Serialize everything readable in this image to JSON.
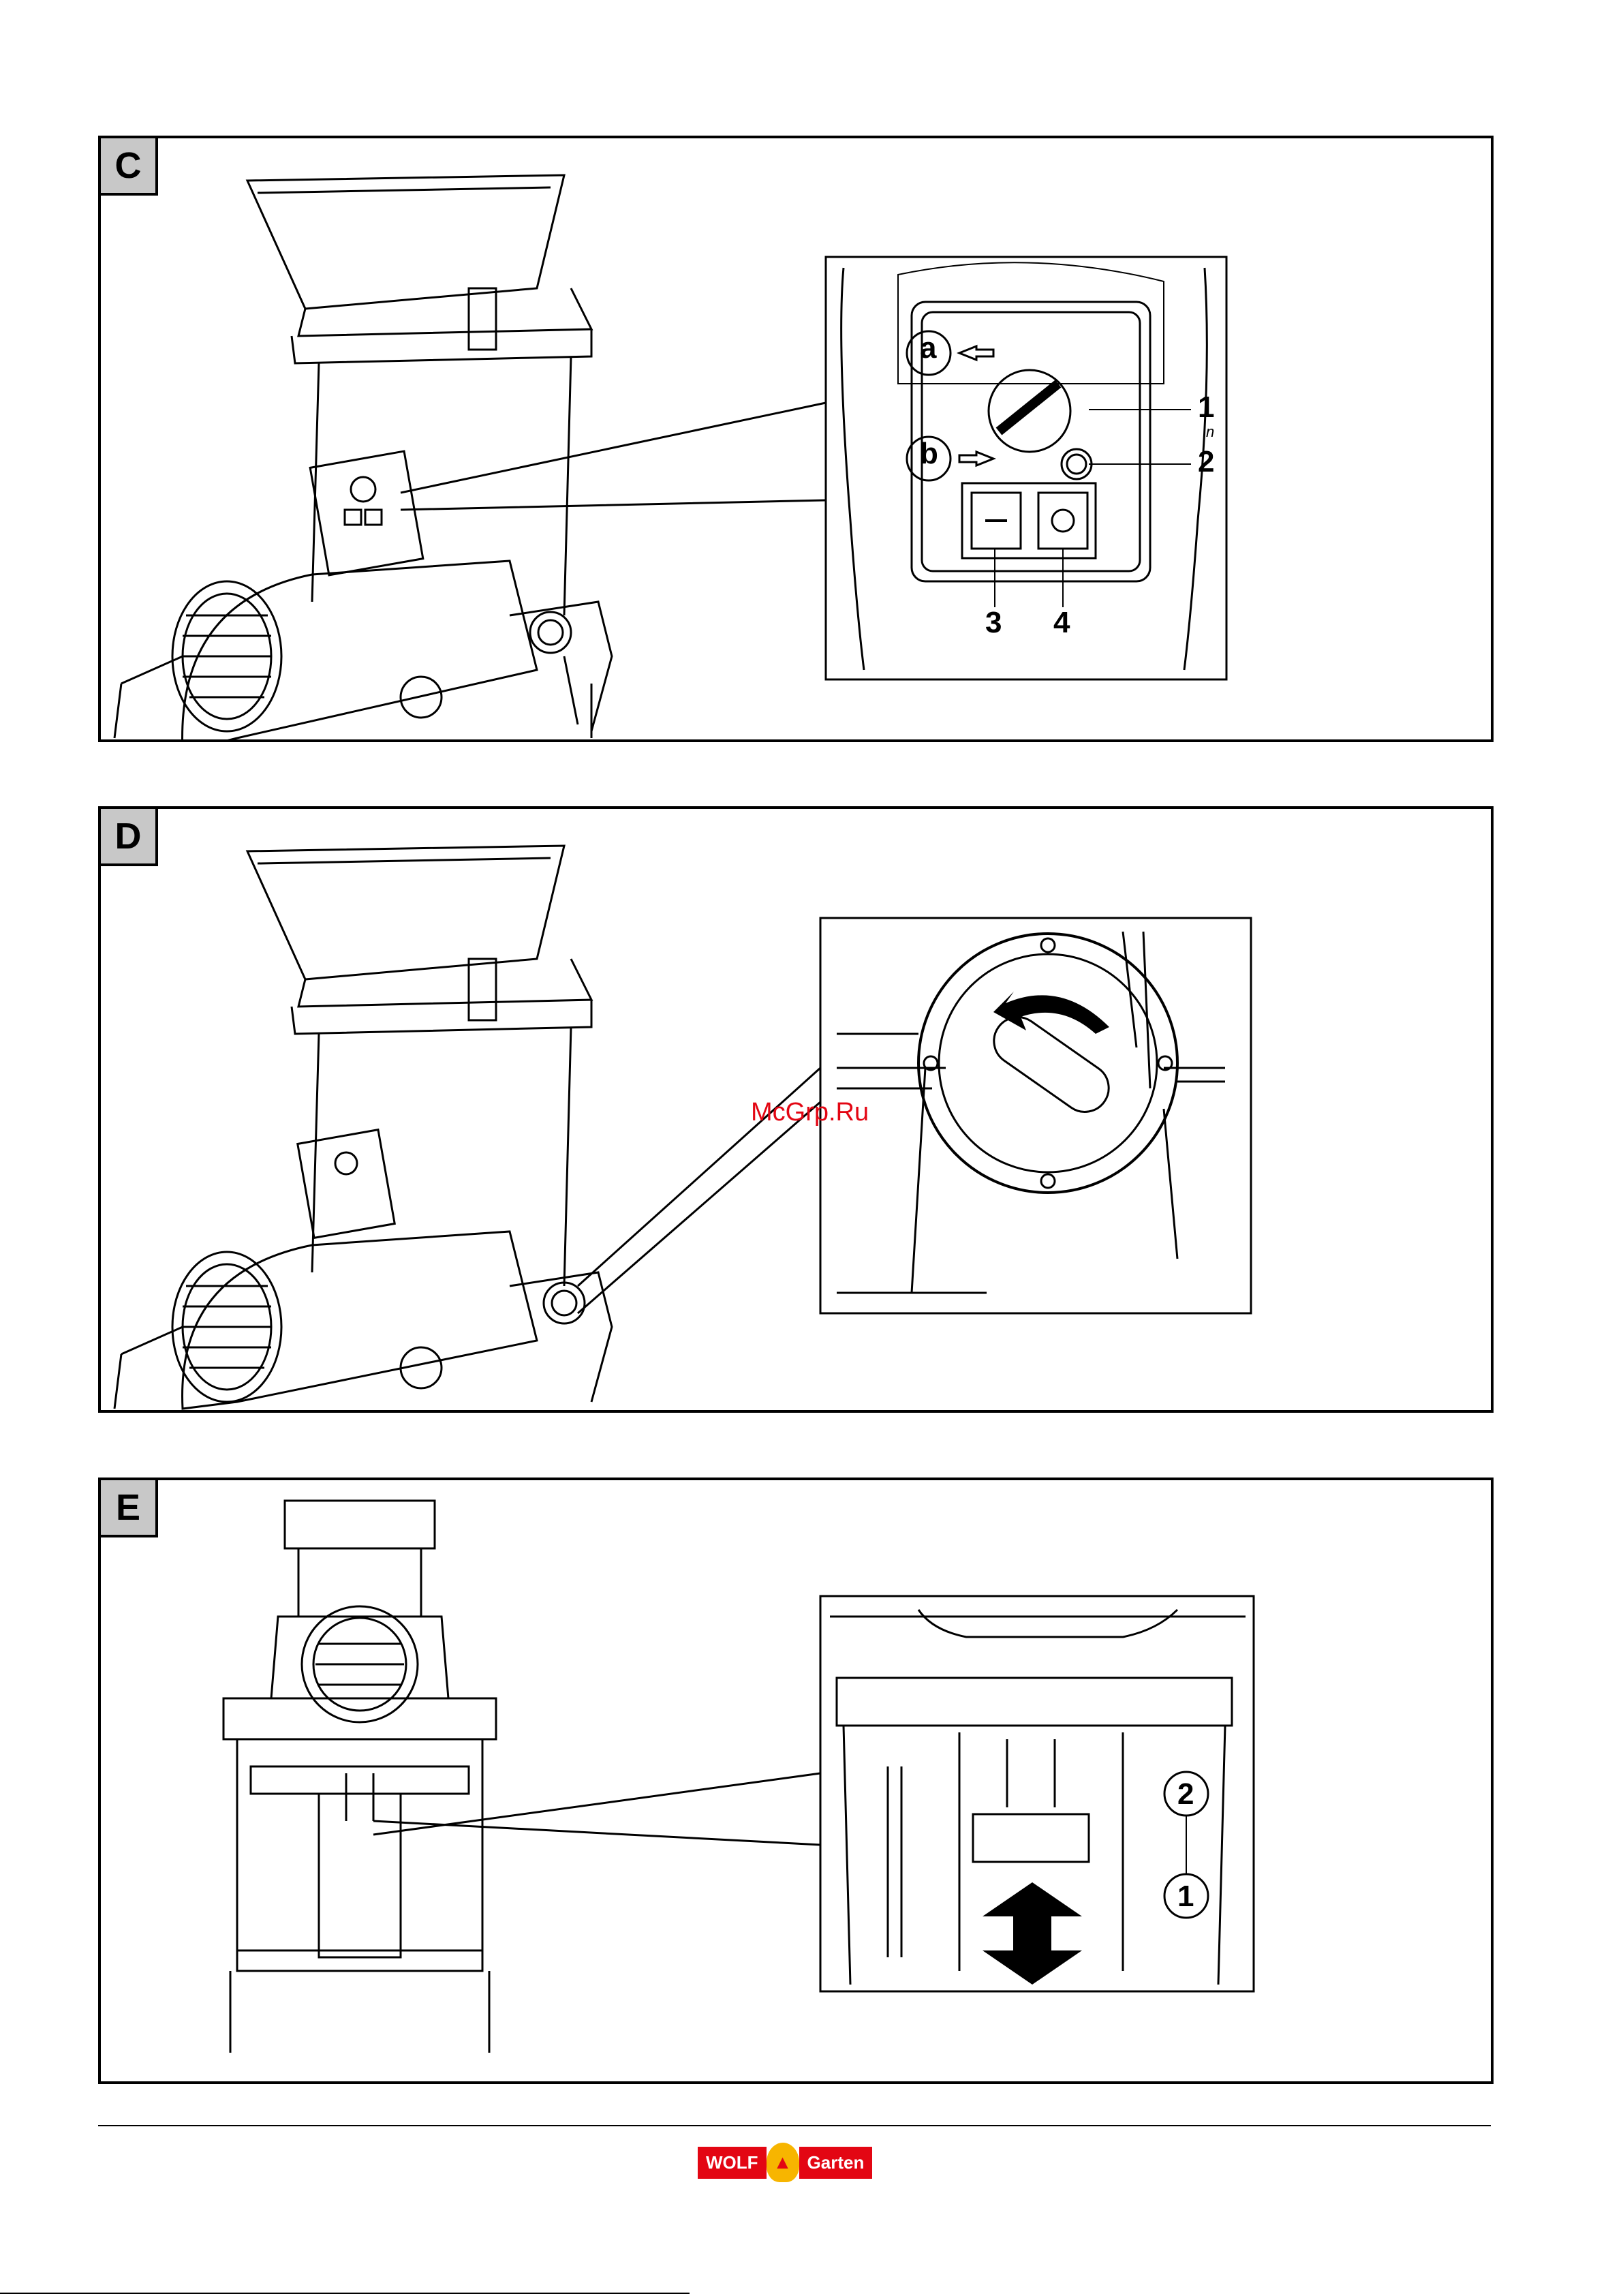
{
  "panels": {
    "c": {
      "label": "C",
      "callouts": [
        "a",
        "b",
        "1",
        "2",
        "3",
        "4"
      ],
      "small_mark": "n"
    },
    "d": {
      "label": "D"
    },
    "e": {
      "label": "E",
      "callouts": [
        "2",
        "1"
      ]
    }
  },
  "watermark": "McGrp.Ru",
  "logo": {
    "left": "WOLF",
    "right": "Garten"
  },
  "colors": {
    "logo_red": "#e30613",
    "logo_yellow": "#f7b500",
    "label_gray": "#c8c8c8"
  },
  "icons": [
    "arrow-left-icon",
    "arrow-right-icon",
    "double-arrow-vertical-icon",
    "rotate-arrow-icon"
  ]
}
